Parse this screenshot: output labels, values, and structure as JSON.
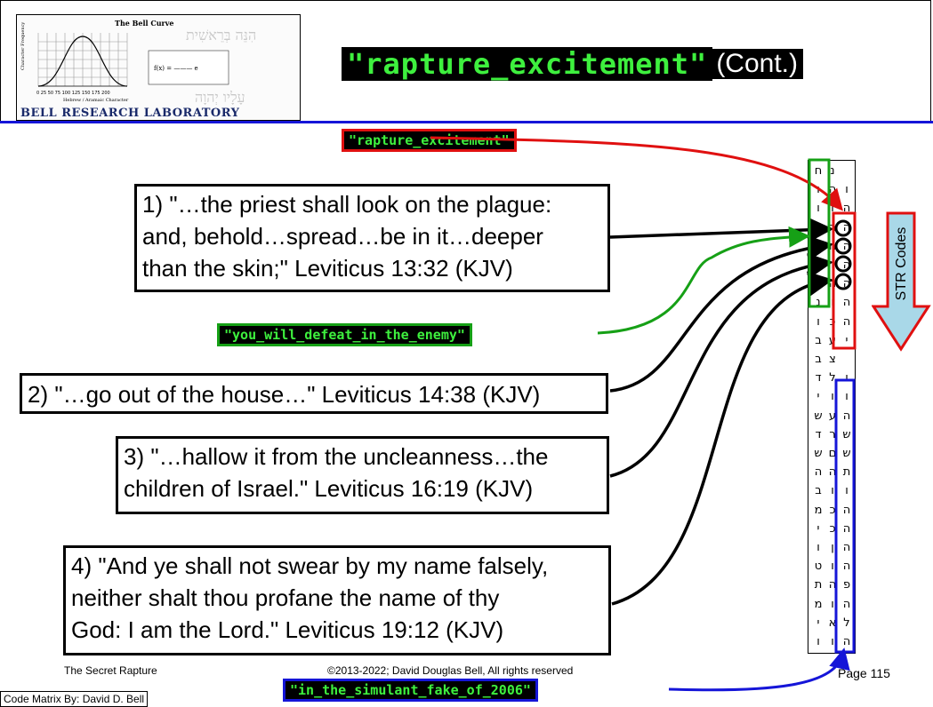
{
  "header": {
    "title_code": "\"rapture_excitement\"",
    "title_suffix": "(Cont.)",
    "logo": {
      "chart_title": "The Bell Curve",
      "y_axis_label": "Character Frequency",
      "x_ticks": "0  25  50  75  100  125  150  175  200",
      "x_axis_label": "Hebrew / Aramaic Character",
      "lab_name": "BELL RESEARCH LABORATORY"
    }
  },
  "tags": {
    "top": "\"rapture_excitement\"",
    "middle": "\"you_will_defeat_in_the_enemy\"",
    "bottom": "\"in_the_simulant_fake_of_2006\""
  },
  "quotes": [
    "1) \"…the priest shall look on the plague:\nand, behold…spread…be in it…deeper\nthan the skin;\" Leviticus 13:32 (KJV)",
    "2) \"…go out of the house…\" Leviticus 14:38 (KJV)",
    "3) \"…hallow it from the uncleanness…the\nchildren of Israel.\" Leviticus 16:19 (KJV)",
    "4) \"And ye shall not swear by my name falsely,\nneither shalt thou profane the name of thy\nGod: I am the Lord.\" Leviticus 19:12 (KJV)"
  ],
  "arrow_label": "STR Codes",
  "footer": {
    "left": "The Secret Rapture",
    "center": "©2013-2022; David Douglas Bell, All rights reserved",
    "right": "Page 115",
    "credit": "Code Matrix By: David D. Bell"
  },
  "matrix": {
    "col1": [
      "ח",
      "ו",
      "ו",
      "ה",
      "א",
      "ר",
      "ת",
      "נ",
      "ו",
      "ב",
      "ב",
      "ד",
      "י",
      "ש",
      "ד",
      "ש",
      "ה",
      "ב",
      "מ",
      "י",
      "ו",
      "ט",
      "ת",
      "מ",
      "י",
      "ו"
    ],
    "col2": [
      "נ",
      "ה",
      "ו",
      "ה",
      "ה",
      "ו",
      "ה",
      "ו",
      "כ",
      "ע",
      "צ",
      "ל",
      "ו",
      "ע",
      "ר",
      "ם",
      "ה",
      "ו",
      "כ",
      "כ",
      "ן",
      "ו",
      "ה",
      "ו",
      "א",
      "ו"
    ],
    "col3": [
      "",
      "ו",
      "ה",
      "ה",
      "ה",
      "ה",
      "ה",
      "ה",
      "ה",
      "י",
      "",
      "ו",
      "ו",
      "ה",
      "ש",
      "ש",
      "ת",
      "ו",
      "ה",
      "ה",
      "ה",
      "ה",
      "פ",
      "ה",
      "ל",
      "ה"
    ],
    "colors": {
      "red": "#e01010",
      "green": "#16a016",
      "blue": "#1515d8",
      "arrow_fill": "#a9d8e8"
    }
  }
}
